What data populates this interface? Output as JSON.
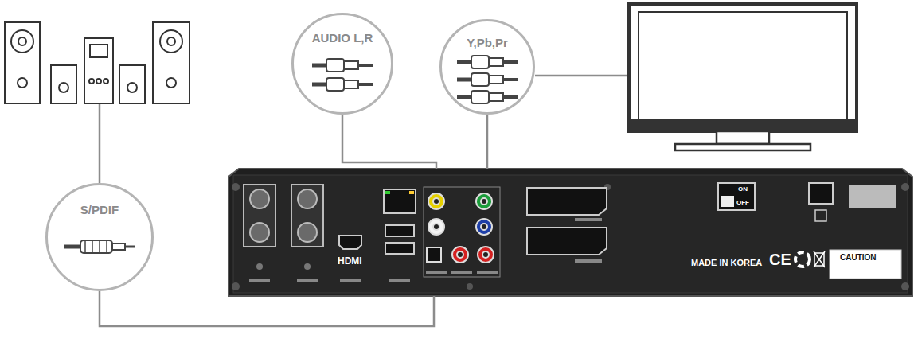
{
  "diagram": {
    "nodes": [
      {
        "text": [
          "S/PDIF"
        ]
      },
      {
        "text": [
          "AUDIO L,R"
        ]
      },
      {
        "text": [
          "Y,Pb,Pr"
        ]
      },
      {
        "text": [
          "MADE IN KOREA"
        ]
      }
    ],
    "edges": [
      {
        "from": 0,
        "to": 3,
        "arrow": "none"
      },
      {
        "from": 1,
        "to": 3,
        "arrow": "none"
      },
      {
        "from": 2,
        "to": 3,
        "arrow": "none"
      }
    ],
    "labels": [
      "HDMI",
      "ON",
      "OFF",
      "CE",
      "CAUTION"
    ]
  }
}
